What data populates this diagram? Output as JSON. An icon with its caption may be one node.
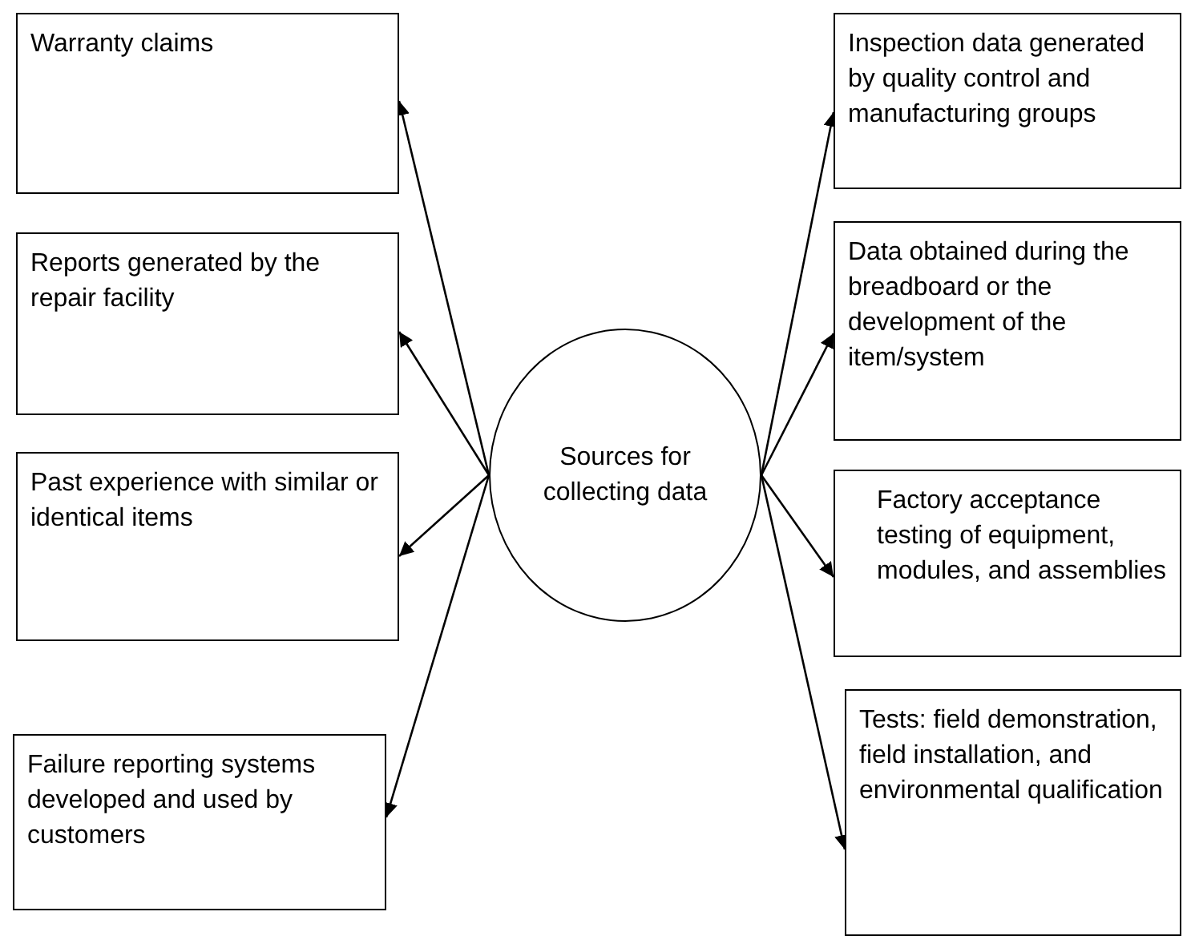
{
  "diagram": {
    "nodes": [
      {
        "text": [
          "Warranty claims"
        ]
      },
      {
        "text": [
          "Reports generated by the repair facility"
        ]
      },
      {
        "text": [
          "Past experience with similar or identical items"
        ]
      },
      {
        "text": [
          "Failure reporting systems developed and used by customers"
        ]
      },
      {
        "text": [
          "Sources for collecting data"
        ]
      },
      {
        "text": [
          "Inspection data generated by quality control and manufacturing groups"
        ]
      },
      {
        "text": [
          "Data obtained during the breadboard or the development of the item/system"
        ]
      },
      {
        "text": [
          "Factory acceptance testing of equipment, modules, and assemblies"
        ]
      },
      {
        "text": [
          "Tests: field demonstration, field installation, and environmental qualification"
        ]
      }
    ],
    "edges": [
      {
        "from": 4,
        "to": 0,
        "arrow": "to"
      },
      {
        "from": 4,
        "to": 1,
        "arrow": "to"
      },
      {
        "from": 4,
        "to": 2,
        "arrow": "to"
      },
      {
        "from": 4,
        "to": 3,
        "arrow": "to"
      },
      {
        "from": 4,
        "to": 5,
        "arrow": "to"
      },
      {
        "from": 4,
        "to": 6,
        "arrow": "to"
      },
      {
        "from": 4,
        "to": 7,
        "arrow": "to"
      },
      {
        "from": 4,
        "to": 8,
        "arrow": "to"
      }
    ]
  }
}
